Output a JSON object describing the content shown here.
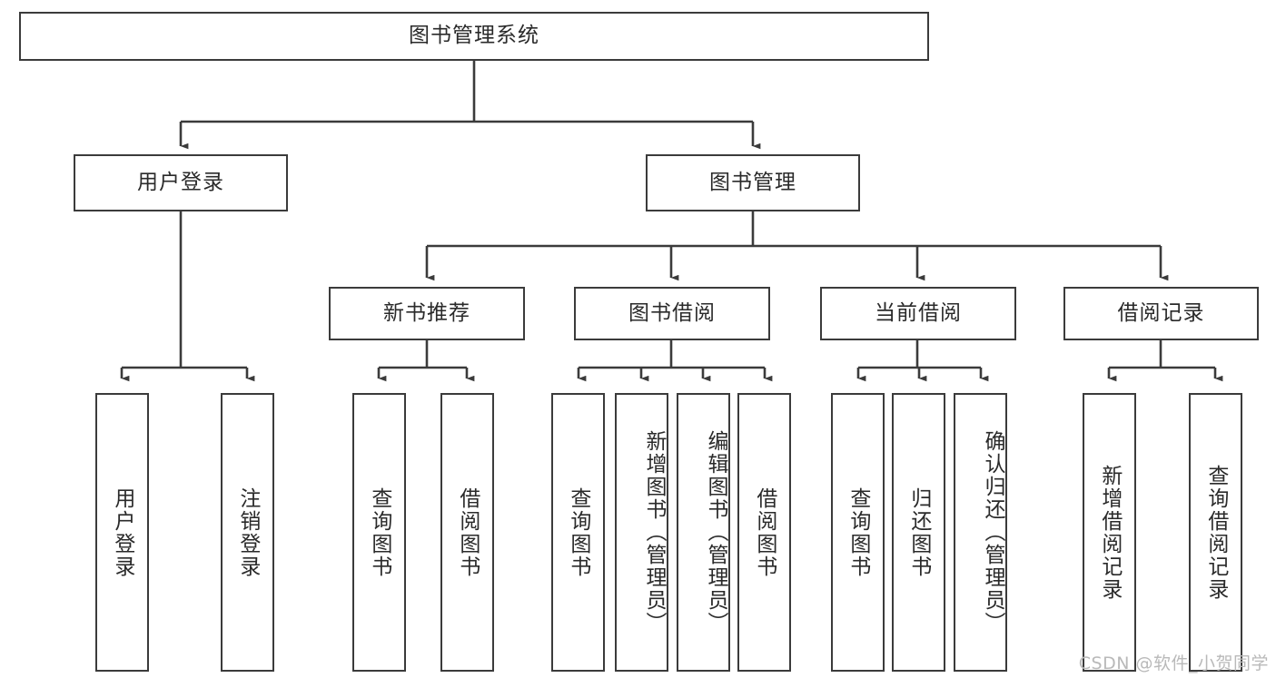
{
  "diagram": {
    "title": "图书管理系统",
    "watermark": "CSDN @软件_小贺同学",
    "root": {
      "label": "图书管理系统"
    },
    "level2": [
      {
        "label": "用户登录"
      },
      {
        "label": "图书管理"
      }
    ],
    "level3": [
      {
        "label": "新书推荐"
      },
      {
        "label": "图书借阅"
      },
      {
        "label": "当前借阅"
      },
      {
        "label": "借阅记录"
      }
    ],
    "leaves": {
      "user_login": [
        {
          "label": "用户登录"
        },
        {
          "label": "注销登录"
        }
      ],
      "new_book": [
        {
          "label": "查询图书"
        },
        {
          "label": "借阅图书"
        }
      ],
      "book_borrow": [
        {
          "label": "查询图书"
        },
        {
          "label": "新增图书（管理员）"
        },
        {
          "label": "编辑图书（管理员）"
        },
        {
          "label": "借阅图书"
        }
      ],
      "current_borrow": [
        {
          "label": "查询图书"
        },
        {
          "label": "归还图书"
        },
        {
          "label": "确认归还（管理员）"
        }
      ],
      "borrow_record": [
        {
          "label": "新增借阅记录"
        },
        {
          "label": "查询借阅记录"
        }
      ]
    }
  },
  "colors": {
    "stroke": "#3b3b3b",
    "text": "#2a2a2a",
    "background": "#ffffff",
    "watermark": "#b9b9b9"
  }
}
